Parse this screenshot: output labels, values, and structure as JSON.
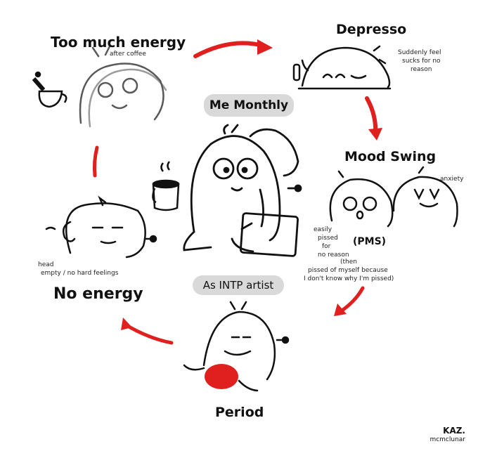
{
  "stages": {
    "too_much_energy": {
      "title": "Too much energy",
      "note": "after coffee"
    },
    "depresso": {
      "title": "Depresso",
      "note": [
        "Suddenly feel",
        "sucks for no",
        "reason"
      ]
    },
    "mood_swing": {
      "title": "Mood Swing",
      "anxiety_note": "anxiety",
      "note": [
        "easily",
        "pissed",
        "for",
        "no reason",
        "(then",
        "pissed of myself because",
        "I don't know why I'm pissed)"
      ]
    },
    "pms_label": "(PMS)",
    "period": {
      "title": "Period"
    },
    "no_energy": {
      "title": "No energy",
      "note": [
        "head",
        "empty / no hard feelings"
      ]
    }
  },
  "center": {
    "title": "Me Monthly",
    "subtitle": "As INTP artist"
  },
  "signature": {
    "name": "KAZ.",
    "handle": "mcmclunar"
  },
  "colors": {
    "arrow": "#e0201e",
    "pill": "#d9d9d9",
    "ink": "#111111",
    "period_blob": "#e0201e"
  }
}
